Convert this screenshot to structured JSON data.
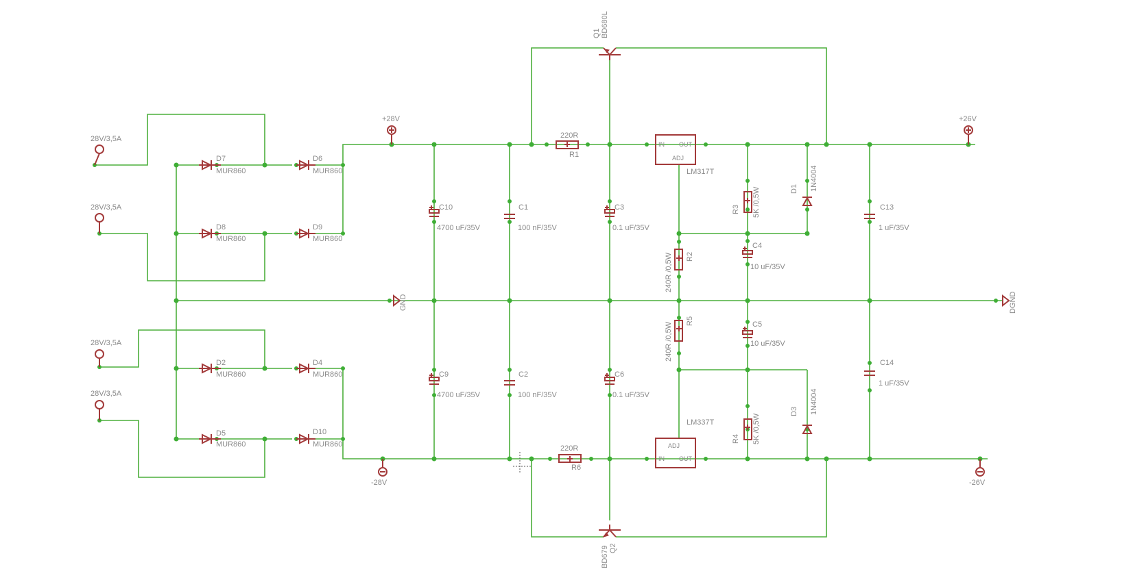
{
  "inputs": {
    "in1": "28V/3,5A",
    "in2": "28V/3,5A",
    "in3": "28V/3,5A",
    "in4": "28V/3,5A"
  },
  "diodes": {
    "d7": {
      "name": "D7",
      "value": "MUR860"
    },
    "d6": {
      "name": "D6",
      "value": "MUR860"
    },
    "d8": {
      "name": "D8",
      "value": "MUR860"
    },
    "d9": {
      "name": "D9",
      "value": "MUR860"
    },
    "d2": {
      "name": "D2",
      "value": "MUR860"
    },
    "d4": {
      "name": "D4",
      "value": "MUR860"
    },
    "d5": {
      "name": "D5",
      "value": "MUR860"
    },
    "d10": {
      "name": "D10",
      "value": "MUR860"
    },
    "d1": {
      "name": "D1",
      "value": "1N4004"
    },
    "d3": {
      "name": "D3",
      "value": "1N4004"
    }
  },
  "supplies": {
    "p28": "+28V",
    "m28": "-28V",
    "p26": "+26V",
    "m26": "-26V",
    "gnd": "GND",
    "dgnd": "DGND"
  },
  "transistors": {
    "q1": {
      "name": "Q1",
      "value": "BD680L"
    },
    "q2": {
      "name": "Q2",
      "value": "BD679"
    }
  },
  "resistors": {
    "r1": {
      "name": "R1",
      "value": "220R"
    },
    "r6": {
      "name": "R6",
      "value": "220R"
    },
    "r2": {
      "name": "R2",
      "value": "240R /0,5W"
    },
    "r5": {
      "name": "R5",
      "value": "240R /0,5W"
    },
    "r3": {
      "name": "R3",
      "value": "5K /0,5W"
    },
    "r4": {
      "name": "R4",
      "value": "5K /0,5W"
    }
  },
  "capacitors": {
    "c10": {
      "name": "C10",
      "value": "4700 uF/35V"
    },
    "c9": {
      "name": "C9",
      "value": "4700 uF/35V"
    },
    "c1": {
      "name": "C1",
      "value": "100 nF/35V"
    },
    "c2": {
      "name": "C2",
      "value": "100 nF/35V"
    },
    "c3": {
      "name": "C3",
      "value": "0.1 uF/35V"
    },
    "c6": {
      "name": "C6",
      "value": "0.1 uF/35V"
    },
    "c4": {
      "name": "C4",
      "value": "10 uF/35V"
    },
    "c5": {
      "name": "C5",
      "value": "10 uF/35V"
    },
    "c13": {
      "name": "C13",
      "value": "1 uF/35V"
    },
    "c14": {
      "name": "C14",
      "value": "1 uF/35V"
    }
  },
  "regulators": {
    "u1": {
      "name": "LM317T",
      "pin_in": "IN",
      "pin_out": "OUT",
      "pin_adj": "ADJ"
    },
    "u2": {
      "name": "LM337T",
      "pin_in": "IN",
      "pin_out": "OUT",
      "pin_adj": "ADJ"
    }
  }
}
